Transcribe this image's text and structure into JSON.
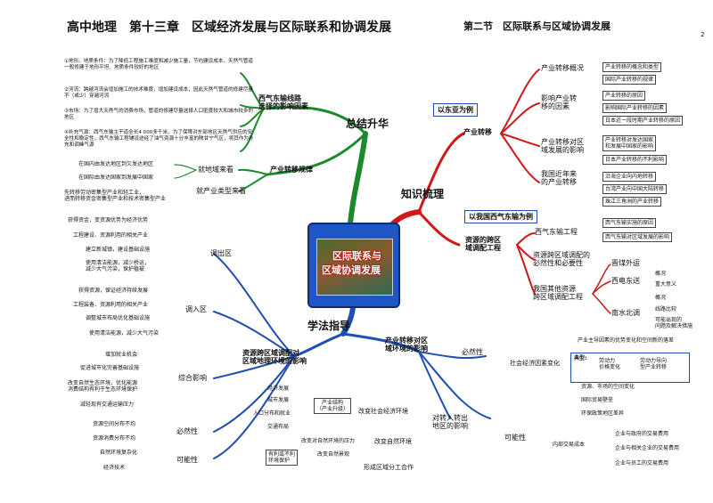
{
  "header": {
    "title": "高中地理　第十三章　区域经济发展与区际联系和协调发展",
    "section": "第二节　区际联系与区域协调发展",
    "page_mark": "2"
  },
  "center": {
    "line1": "区际联系与",
    "line2": "区域协调发展"
  },
  "branches": {
    "summary": "总结升华",
    "knowledge": "知识梳理",
    "method": "学法指导"
  },
  "summary": {
    "factors_title": "西气东输线路\n选择的影响因素",
    "factors": [
      "①地形、地质条件：为了降低工程施工难度和减少施工量，节约建设成本，天然气管道一般修建于地形平坦、地质条件较好的地区",
      "②河流：跨越河流会增加施工的技术难度，增加建设成本，因此天然气管道的修建尽量不（或少）穿越河流",
      "③市场：为了增大天然气的消费市场，管道的修建尽量选择人口密度较大和城市较多的地区",
      "④补充气源：西气东输主干道全长4 000多千米，为了保障对东部地区天然气供应的安全性和稳定性，西气东输工程铺设途经了油气资源十分丰富的陕甘宁气区，将其作为补充和调峰气源"
    ],
    "rule_title": "产业转移规律",
    "near_far": "就地域来看",
    "near_items": [
      "在国内由发达地区到欠发达地区",
      "在国际由发达国家到发展中国家"
    ],
    "type_title": "就产业类型来看",
    "type_text": "先转移劳动密集型产业和轻工业，\n进而转移资金密集型产业和技术密集型产业"
  },
  "knowledge": {
    "tag1": "以东亚为例",
    "industry": "产业转移",
    "overview": "产业转移概况",
    "overview_items": [
      "产业转移的概念和类型",
      "国际产业转移的规律"
    ],
    "factors": "影响产业转\n移的因素",
    "factor_items": [
      "产业转移的原因",
      "影响国际产业转移的因素",
      "日本近一段时期产业转移的原因"
    ],
    "impact": "产业转移对区\n域发展的影响",
    "impact_items": [
      "产业转移对发达国家\n和发展中国家的影响",
      "日本产业转移的不利影响"
    ],
    "recent": "我国近年来\n的产业转移",
    "recent_items": [
      "沿海企业向内地转移",
      "台湾产业向中国大陆转移",
      "珠江三角洲的产业转移"
    ],
    "tag2": "以我国西气东输为例",
    "resource": "资源的跨区\n域调配工程",
    "wge": "西气东输工程",
    "wge_items": [
      "西气东输实施的原因",
      "西气东输对区域发展的影响"
    ],
    "necessity": "资源跨区域调配的\n必然性和必要性",
    "others": "我国其他资源\n跨区域调配工程",
    "coal": "晋煤外运",
    "power": "西电东送",
    "power_items": [
      "概况",
      "重大意义"
    ],
    "water": "南水北调",
    "water_items": [
      "概况",
      "线路比较",
      "可能出现的\n问题及解决措施"
    ]
  },
  "method": {
    "env_title": "产业转移对区\n域环境的影响",
    "necessity": "必然性",
    "socio": "社会经济因素变化",
    "dynamic": "产业主导因素的优势变化和空间新的落差",
    "typical": "典型:",
    "labor_price": "劳动力\n价格变化",
    "labor_ind": "劳动力导向\n型产业转移",
    "socio_items": [
      "资源、市场的空间变化",
      "国际贸易壁垒",
      "环保政策地区差异"
    ],
    "possibility": "可能性",
    "internal": "内部交易成本",
    "cost_items": [
      "企业与政府的交易费用",
      "企业与相关企业的交易费用",
      "企业与员工的交易费用"
    ],
    "inout": "对转入转出\n地区的影响",
    "econ": "改变社会经济环境",
    "econ_items": [
      "经济发展",
      "城市发展",
      "人口分布和就业",
      "交通布局"
    ],
    "struct": "产业结构\n（产业升级）",
    "natural": "改变自然环境",
    "natural_items": [
      "改变对自然环境的压力",
      "改变自然景观"
    ],
    "protect": "有利或不利\n环境保护",
    "division": "形成区域分工合作",
    "res_title": "资源跨区域调配对\n区域地理环境的影响",
    "out": "调出区",
    "out_items": [
      "获得资金，变资源优势为经济优势",
      "工程建设、资源利用的相关产业",
      "建立新城镇，建设基础设施",
      "使用清洁能源，减少桥运，\n减少大气污染，保护植被"
    ],
    "in": "调入区",
    "in_items": [
      "获得资源，保证经济持续发展",
      "工程装备、资源利用的相关产业",
      "调整城市布局优化基础设施",
      "使用清洁能源，减少大气污染"
    ],
    "combined": "综合影响",
    "comb_items": [
      "增加就业机会",
      "促进城市化完善基础设施",
      "改变自然生态环境，优化能源\n消费结构有利于生态环境保护",
      "减轻现有交通运输压力"
    ],
    "must": "必然性",
    "must_items": [
      "资源空间分布不均",
      "资源消费分布不均"
    ],
    "can": "可能性",
    "can_items": [
      "自然环境复杂化",
      "经济技术"
    ]
  },
  "colors": {
    "green": "#1a8a2a",
    "red": "#d01818",
    "blue": "#1f4fb3",
    "header": "#111111"
  }
}
